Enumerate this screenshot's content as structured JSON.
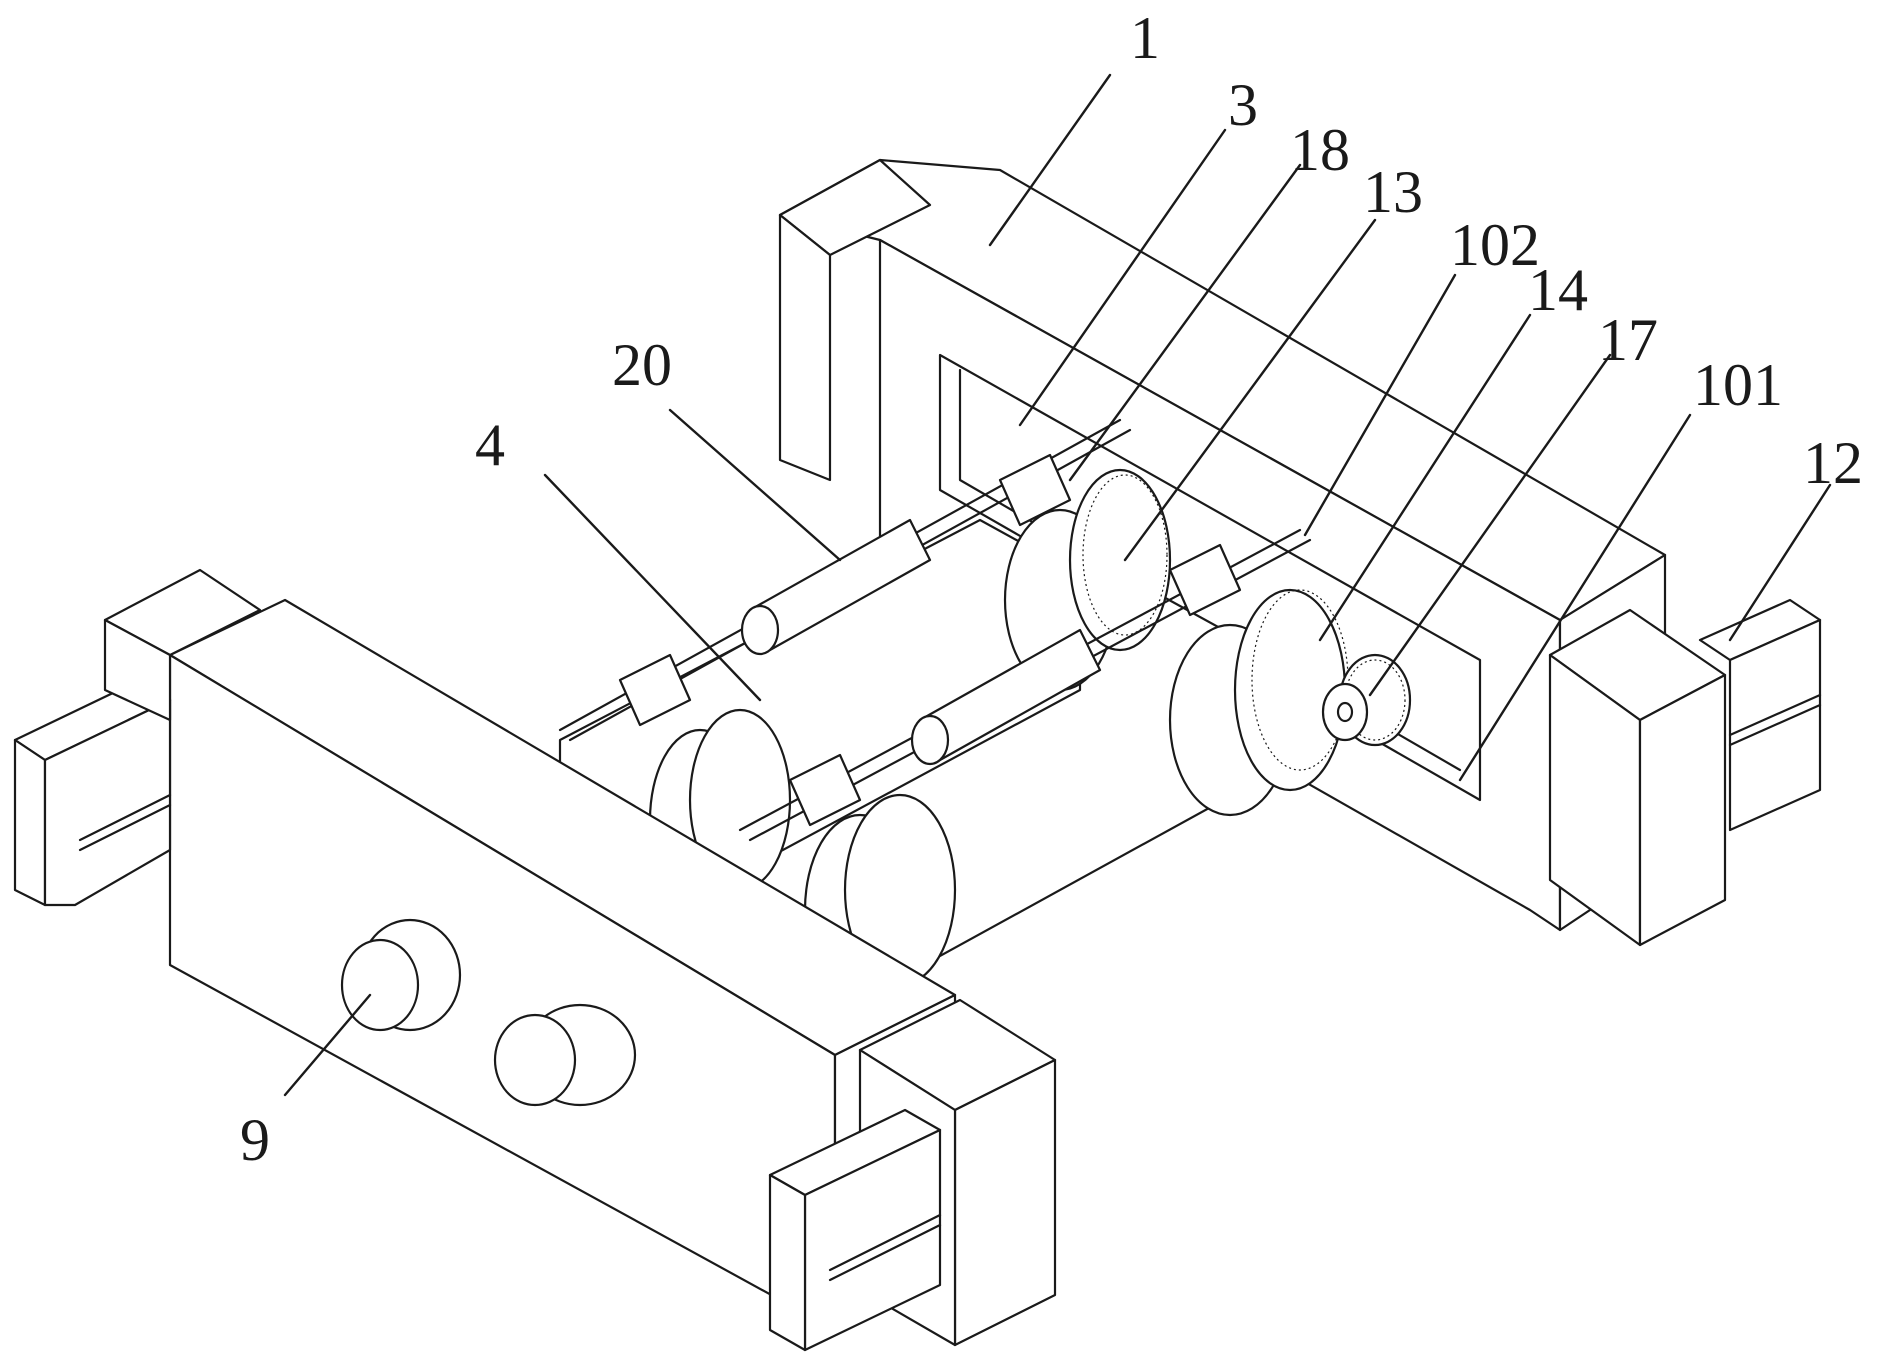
{
  "figure": {
    "labels": [
      {
        "id": "l-1",
        "text": "1"
      },
      {
        "id": "l-3",
        "text": "3"
      },
      {
        "id": "l-18",
        "text": "18"
      },
      {
        "id": "l-13",
        "text": "13"
      },
      {
        "id": "l-102",
        "text": "102"
      },
      {
        "id": "l-14",
        "text": "14"
      },
      {
        "id": "l-17",
        "text": "17"
      },
      {
        "id": "l-101",
        "text": "101"
      },
      {
        "id": "l-12",
        "text": "12"
      },
      {
        "id": "l-20",
        "text": "20"
      },
      {
        "id": "l-4",
        "text": "4"
      },
      {
        "id": "l-9",
        "text": "9"
      }
    ]
  }
}
